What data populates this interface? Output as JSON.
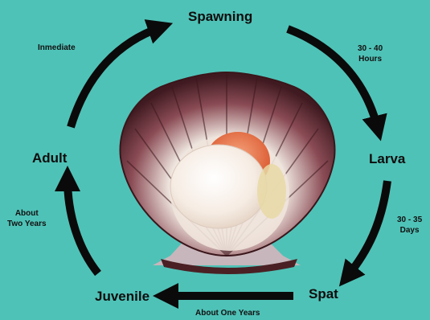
{
  "stages": {
    "spawning": "Spawning",
    "larva": "Larva",
    "spat": "Spat",
    "juvenile": "Juvenile",
    "adult": "Adult"
  },
  "durations": {
    "spawning_to_larva": [
      "30 - 40",
      "Hours"
    ],
    "larva_to_spat": [
      "30 - 35",
      "Days"
    ],
    "spat_to_juvenile": "About One Years",
    "juvenile_to_adult": [
      "About",
      "Two Years"
    ],
    "adult_to_spawning": "Inmediate"
  },
  "colors": {
    "background": "#4fc2b7",
    "arrow": "#0a0a0a",
    "shell_dark": "#4a2024",
    "shell_light": "#f1ece6",
    "roe": "#e8734a",
    "meat": "#f8f1ea"
  }
}
